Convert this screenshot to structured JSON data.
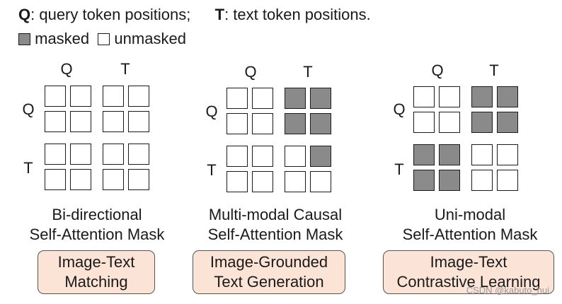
{
  "legend": {
    "line1": {
      "q_symbol": "Q",
      "q_text": ": query token positions;",
      "t_symbol": "T",
      "t_text": ": text token positions."
    },
    "line2": {
      "masked_label": "masked",
      "unmasked_label": "unmasked"
    }
  },
  "colors": {
    "masked": "#8a8a8a",
    "unmasked": "#ffffff",
    "task_box_fill": "#fbe4d6"
  },
  "panels": [
    {
      "col_q": "Q",
      "col_t": "T",
      "row_q": "Q",
      "row_t": "T",
      "mask": [
        [
          0,
          0,
          0,
          0
        ],
        [
          0,
          0,
          0,
          0
        ],
        [
          0,
          0,
          0,
          0
        ],
        [
          0,
          0,
          0,
          0
        ]
      ],
      "title_line1": "Bi-directional",
      "title_line2": "Self-Attention Mask",
      "task_line1": "Image-Text",
      "task_line2": "Matching"
    },
    {
      "col_q": "Q",
      "col_t": "T",
      "row_q": "Q",
      "row_t": "T",
      "mask": [
        [
          0,
          0,
          1,
          1
        ],
        [
          0,
          0,
          1,
          1
        ],
        [
          0,
          0,
          0,
          1
        ],
        [
          0,
          0,
          0,
          0
        ]
      ],
      "title_line1": "Multi-modal Causal",
      "title_line2": "Self-Attention Mask",
      "task_line1": "Image-Grounded",
      "task_line2": "Text Generation"
    },
    {
      "col_q": "Q",
      "col_t": "T",
      "row_q": "Q",
      "row_t": "T",
      "mask": [
        [
          0,
          0,
          1,
          1
        ],
        [
          0,
          0,
          1,
          1
        ],
        [
          1,
          1,
          0,
          0
        ],
        [
          1,
          1,
          0,
          0
        ]
      ],
      "title_line1": "Uni-modal",
      "title_line2": "Self-Attention Mask",
      "task_line1": "Image-Text",
      "task_line2": "Contrastive Learning"
    }
  ],
  "watermark": "CSDN @kabuto_hui"
}
